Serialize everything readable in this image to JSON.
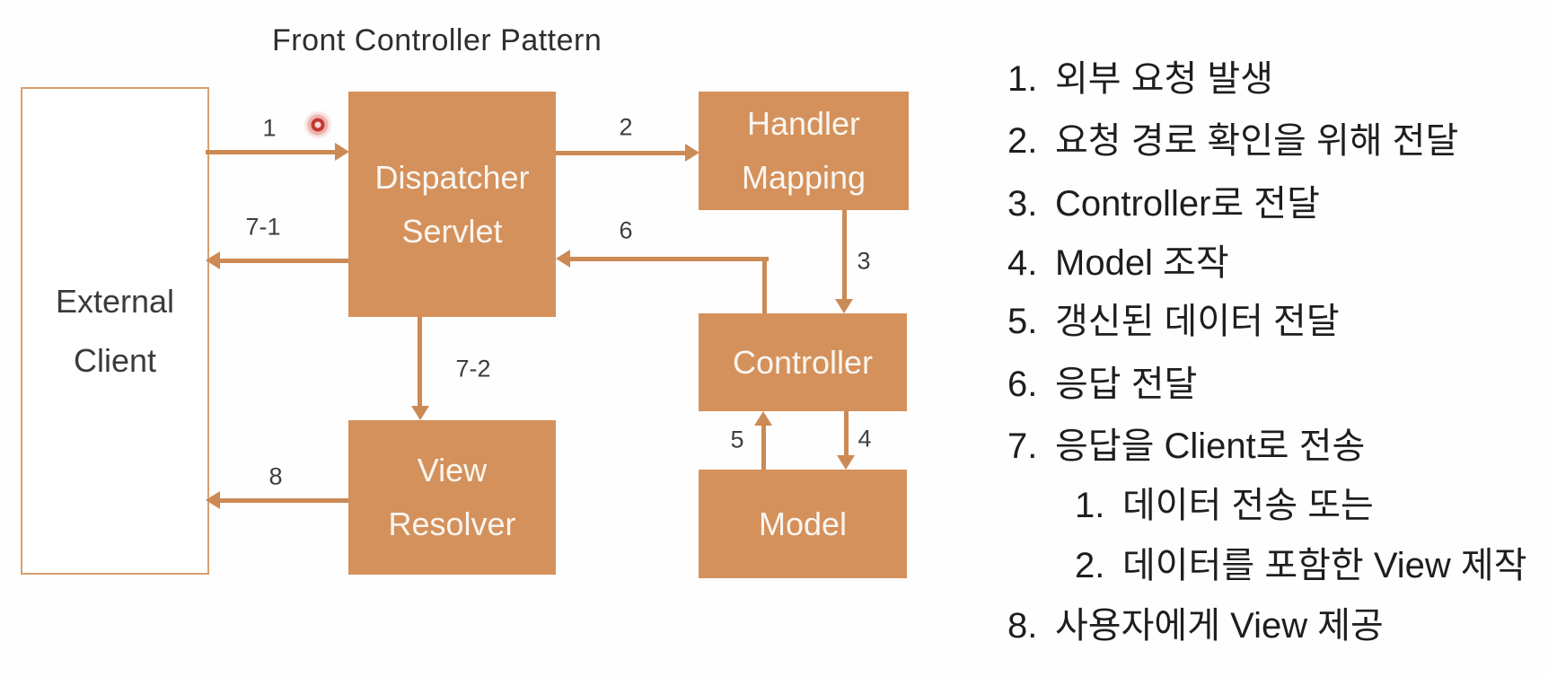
{
  "title": "Front Controller Pattern",
  "colors": {
    "box_fill": "#D4915C",
    "arrow": "#CC8A55",
    "outline_box_border": "#D9A06F",
    "title_text": "#2E2E2E",
    "label_text": "#3E3E3E",
    "list_text": "#1E1E1E",
    "box_text": "#FAF6F0",
    "laser_red": "#C4372E",
    "page_bg": "#FEFEFE"
  },
  "diagram": {
    "boxes": [
      {
        "name": "external-client",
        "line1": "External",
        "line2": "Client"
      },
      {
        "name": "dispatcher-servlet",
        "line1": "Dispatcher",
        "line2": "Servlet"
      },
      {
        "name": "handler-mapping",
        "line1": "Handler",
        "line2": "Mapping"
      },
      {
        "name": "controller",
        "line1": "Controller"
      },
      {
        "name": "model",
        "line1": "Model"
      },
      {
        "name": "view-resolver",
        "line1": "View",
        "line2": "Resolver"
      }
    ],
    "arrows": [
      {
        "label": "1",
        "from": "external-client",
        "to": "dispatcher-servlet"
      },
      {
        "label": "2",
        "from": "dispatcher-servlet",
        "to": "handler-mapping"
      },
      {
        "label": "3",
        "from": "handler-mapping",
        "to": "controller"
      },
      {
        "label": "4",
        "from": "controller",
        "to": "model"
      },
      {
        "label": "5",
        "from": "model",
        "to": "controller"
      },
      {
        "label": "6",
        "from": "controller",
        "to": "dispatcher-servlet"
      },
      {
        "label": "7-1",
        "from": "dispatcher-servlet",
        "to": "external-client"
      },
      {
        "label": "7-2",
        "from": "dispatcher-servlet",
        "to": "view-resolver"
      },
      {
        "label": "8",
        "from": "view-resolver",
        "to": "external-client"
      }
    ],
    "pointer": {
      "name": "laser-pointer-dot"
    }
  },
  "steps": [
    {
      "num": "1.",
      "text": "외부 요청 발생",
      "indent": 0
    },
    {
      "num": "2.",
      "text": "요청 경로 확인을 위해 전달",
      "indent": 0
    },
    {
      "num": "3.",
      "text": "Controller로 전달",
      "indent": 0
    },
    {
      "num": "4.",
      "text": "Model 조작",
      "indent": 0
    },
    {
      "num": "5.",
      "text": "갱신된 데이터 전달",
      "indent": 0
    },
    {
      "num": "6.",
      "text": "응답 전달",
      "indent": 0
    },
    {
      "num": "7.",
      "text": "응답을 Client로 전송",
      "indent": 0
    },
    {
      "num": "1.",
      "text": "데이터 전송 또는",
      "indent": 1
    },
    {
      "num": "2.",
      "text": "데이터를 포함한 View 제작",
      "indent": 1
    },
    {
      "num": "8.",
      "text": "사용자에게 View 제공",
      "indent": 0
    }
  ]
}
